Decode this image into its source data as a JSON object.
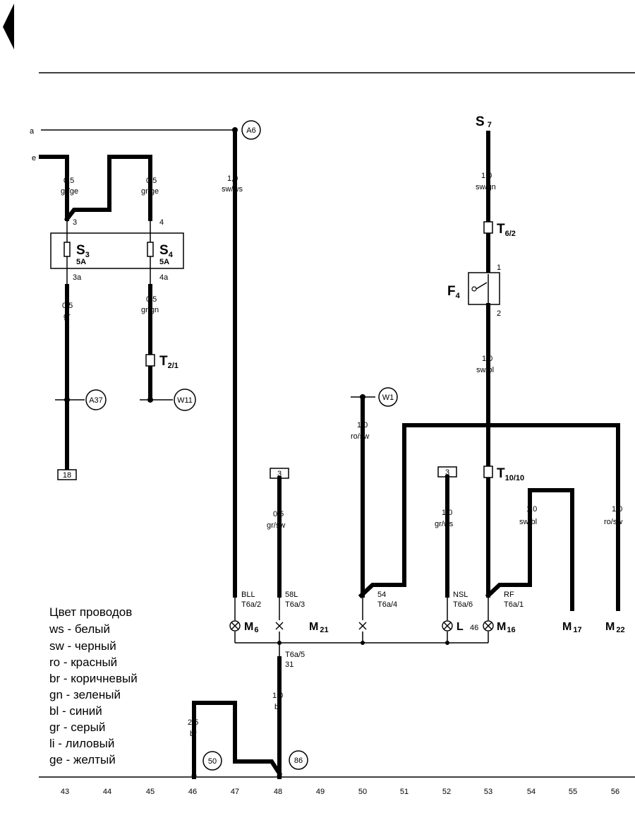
{
  "wire_inputs": {
    "a": "a",
    "e": "e"
  },
  "fuses": {
    "s3": {
      "name": "S",
      "sub": "3",
      "rating": "5A",
      "pin_in": "3",
      "pin_out": "3a"
    },
    "s4": {
      "name": "S",
      "sub": "4",
      "rating": "5A",
      "pin_in": "4",
      "pin_out": "4a"
    }
  },
  "wires": {
    "w1": [
      "0,5",
      "gr/ge"
    ],
    "w2": [
      "0,5",
      "gr/ge"
    ],
    "w3": [
      "0,5",
      "gr"
    ],
    "w4": [
      "0,5",
      "gr/gn"
    ],
    "w5": [
      "1,0",
      "sw/ws"
    ],
    "w6": [
      "1,0",
      "sw/gn"
    ],
    "w7": [
      "1,0",
      "sw/bl"
    ],
    "w8": [
      "1,0",
      "ro/sw"
    ],
    "w9": [
      "0,5",
      "gr/sw"
    ],
    "w10": [
      "1,0",
      "gr/ws"
    ],
    "w11": [
      "1,0",
      "sw/bl"
    ],
    "w12": [
      "1,0",
      "ro/sw"
    ],
    "w13": [
      "1,0",
      "br"
    ],
    "w14": [
      "2,5",
      "br"
    ]
  },
  "connectors": {
    "t21": {
      "name": "T",
      "sub": "2/1"
    },
    "t62": {
      "name": "T",
      "sub": "6/2"
    },
    "t1010": {
      "name": "T",
      "sub": "10/10"
    }
  },
  "nodes": {
    "a6": "A6",
    "a37": "A37",
    "w11": "W11",
    "w1": "W1",
    "n50": "50",
    "n86": "86"
  },
  "boxes": {
    "b18": "18",
    "b3a": "3",
    "b3b": "3"
  },
  "switch_f4": {
    "name": "F",
    "sub": "4",
    "pin1": "1",
    "pin2": "2"
  },
  "supply_s7": {
    "name": "S",
    "sub": "7"
  },
  "lamp_pins": {
    "p1": [
      "BLL",
      "T6a/2"
    ],
    "p2": [
      "58L",
      "T6a/3"
    ],
    "p3": [
      "54",
      "T6a/4"
    ],
    "p4": [
      "NSL",
      "T6a/6"
    ],
    "p5": [
      "RF",
      "T6a/1"
    ]
  },
  "ground_pin": [
    "T6a/5",
    "31"
  ],
  "components": {
    "m6": {
      "name": "M",
      "sub": "6"
    },
    "m21": {
      "name": "M",
      "sub": "21"
    },
    "l": {
      "name": "L",
      "note": "46"
    },
    "m16": {
      "name": "M",
      "sub": "16"
    },
    "m17": {
      "name": "M",
      "sub": "17"
    },
    "m22": {
      "name": "M",
      "sub": "22"
    }
  },
  "legend": {
    "title": "Цвет проводов",
    "items": [
      "ws - белый",
      "sw - черный",
      "ro - красный",
      "br - коричневый",
      "gn - зеленый",
      "bl - синий",
      "gr - серый",
      "li - лиловый",
      "ge - желтый"
    ]
  },
  "columns": [
    "43",
    "44",
    "45",
    "46",
    "47",
    "48",
    "49",
    "50",
    "51",
    "52",
    "53",
    "54",
    "55",
    "56"
  ]
}
